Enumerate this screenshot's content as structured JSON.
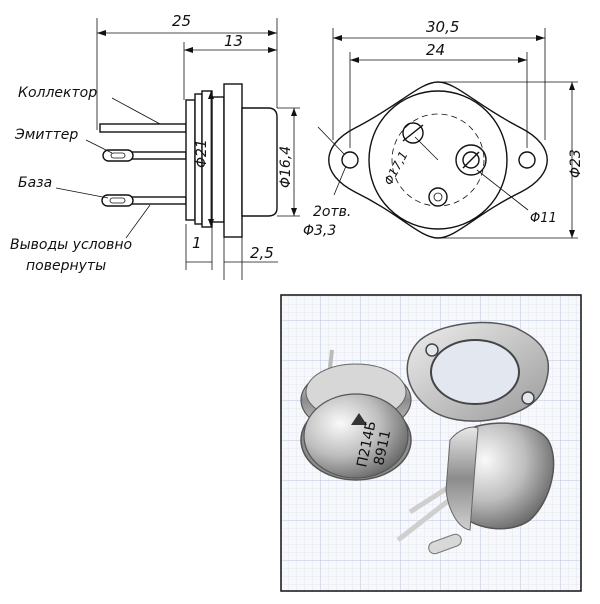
{
  "side_view": {
    "dims": {
      "overall_length": "25",
      "body_length": "13",
      "body_diameter": "Φ21",
      "cap_diameter": "Φ16,4",
      "flange_thickness": "1",
      "flange_offset": "2,5"
    },
    "labels": {
      "collector": "Коллектор",
      "emitter": "Эмиттер",
      "base": "База",
      "note_line1": "Выводы условно",
      "note_line2": "повернуты"
    }
  },
  "top_view": {
    "dims": {
      "flange_width": "30,5",
      "hole_spacing": "24",
      "flange_height": "Φ23",
      "pin_circle": "Φ17,1",
      "pin_diameter": "Φ11",
      "holes_line1": "2отв.",
      "holes_line2": "Φ3,3"
    }
  },
  "photo": {
    "marking_line1": "П214Б",
    "marking_line2": "8911",
    "colors": {
      "grid_background": "#e7ebf3",
      "grid_minor": "#c7d2e6",
      "grid_major": "#9fb1d6",
      "metal_light": "#f2f2f2",
      "metal_dark": "#5a5a5a"
    }
  }
}
